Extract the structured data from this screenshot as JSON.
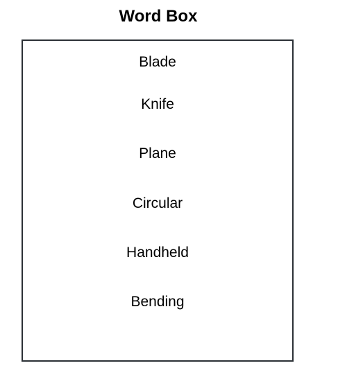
{
  "title": "Word Box",
  "words": [
    "Blade",
    "Knife",
    "Plane",
    "Circular",
    "Handheld",
    "Bending"
  ],
  "colors": {
    "border": "#2b3035",
    "text": "#000000",
    "background": "#ffffff"
  }
}
